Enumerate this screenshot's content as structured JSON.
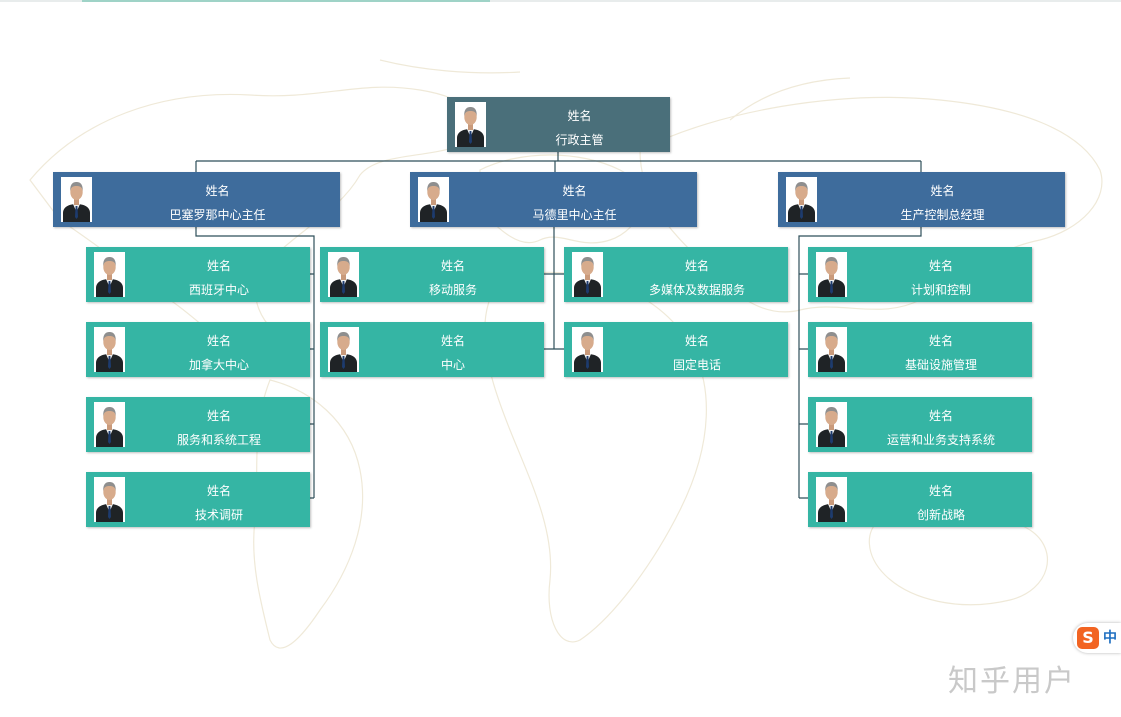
{
  "org": {
    "root": {
      "name": "姓名",
      "title": "行政主管"
    },
    "managers": [
      {
        "name": "姓名",
        "title": "巴塞罗那中心主任"
      },
      {
        "name": "姓名",
        "title": "马德里中心主任"
      },
      {
        "name": "姓名",
        "title": "生产控制总经理"
      }
    ],
    "left_team": [
      {
        "name": "姓名",
        "title": "西班牙中心"
      },
      {
        "name": "姓名",
        "title": "加拿大中心"
      },
      {
        "name": "姓名",
        "title": "服务和系统工程"
      },
      {
        "name": "姓名",
        "title": "技术调研"
      }
    ],
    "mid_team_left": [
      {
        "name": "姓名",
        "title": "移动服务"
      },
      {
        "name": "姓名",
        "title": "中心"
      }
    ],
    "mid_team_right": [
      {
        "name": "姓名",
        "title": "多媒体及数据服务"
      },
      {
        "name": "姓名",
        "title": "固定电话"
      }
    ],
    "right_team": [
      {
        "name": "姓名",
        "title": "计划和控制"
      },
      {
        "name": "姓名",
        "title": "基础设施管理"
      },
      {
        "name": "姓名",
        "title": "运营和业务支持系统"
      },
      {
        "name": "姓名",
        "title": "创新战略"
      }
    ]
  },
  "colors": {
    "root": "#4a6f7a",
    "manager": "#3e6c9c",
    "staff": "#35b5a4",
    "connector": "#2f4f5a"
  },
  "watermark": {
    "text": "知乎用户"
  },
  "sogou_badge": {
    "letter": "S",
    "label": "中"
  },
  "icons": {
    "avatar": "person-in-suit-icon",
    "badge": "sogou-input-icon"
  }
}
